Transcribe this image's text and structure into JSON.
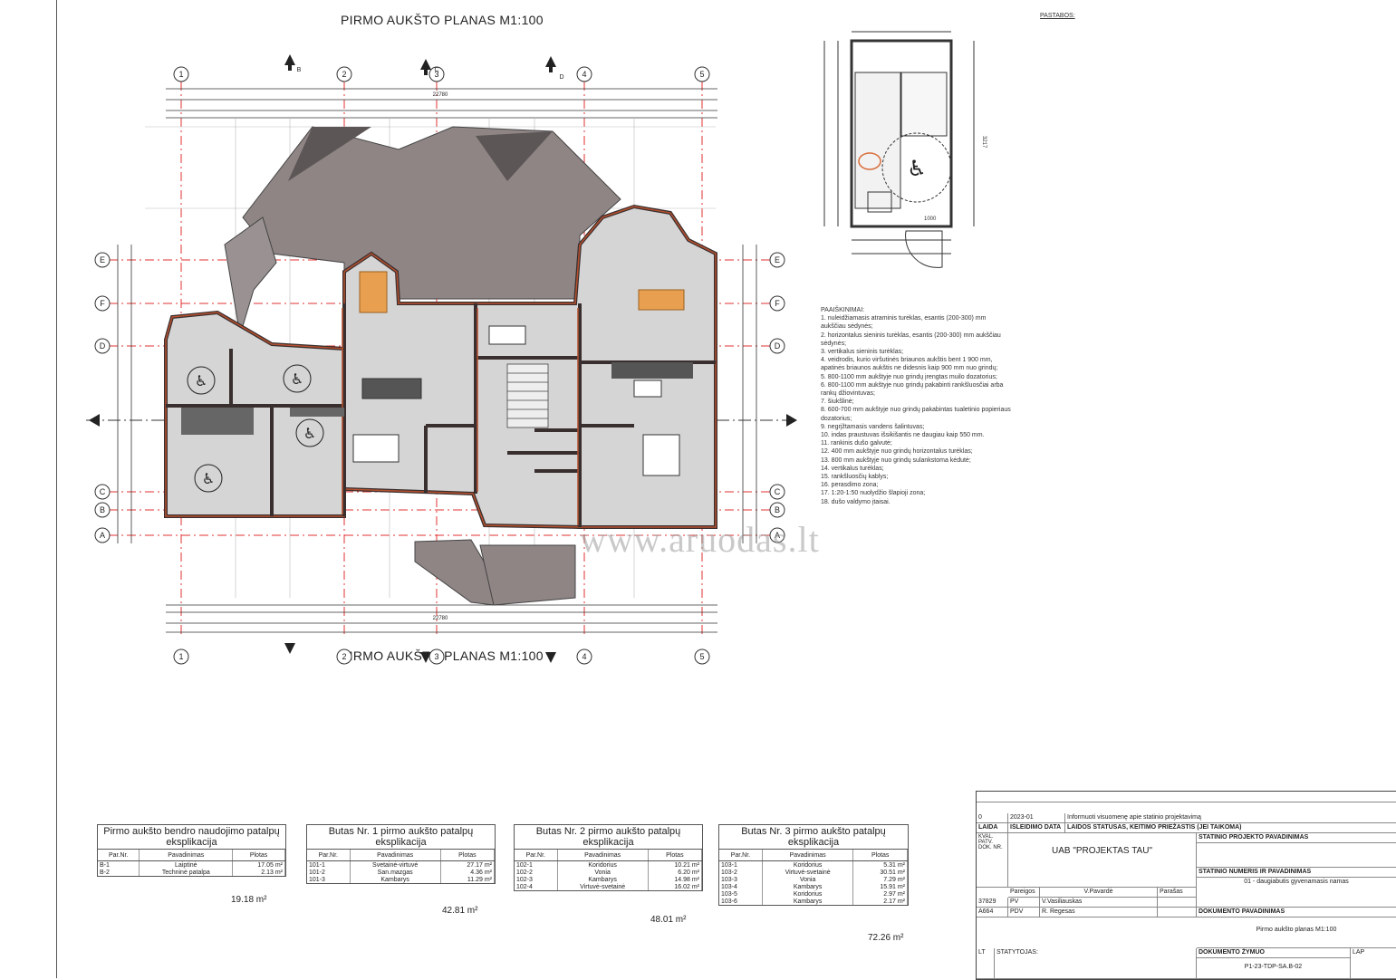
{
  "plan": {
    "title_top": "PIRMO AUKŠTO PLANAS M1:100",
    "title_bottom": "PIRMO AUKŠTO PLANAS M1:100",
    "axes_numbers": [
      "1",
      "2",
      "3",
      "4",
      "5"
    ],
    "axes_letters": [
      "A",
      "B",
      "C",
      "D",
      "E",
      "F"
    ],
    "section_marks": [
      "B",
      "C",
      "D"
    ],
    "overall_dim": "22780"
  },
  "detail": {
    "dim_right": "3217",
    "dim_bottom": "1000"
  },
  "brand": "",
  "watermark": "www.aruodas.lt",
  "legend_title": "PAAIŠKINIMAI:",
  "legend_items": [
    "1.   nuleidžiamasis atraminis turėklas, esantis (200-300) mm aukščiau sėdynės;",
    "2.   horizontalus sieninis turėklas, esantis (200-300) mm aukščiau sėdynės;",
    "3.   vertikalus sieninis turėklas;",
    "4.   veidrodis, kurio viršutinės briaunos aukštis bent 1 900 mm, apatinės briaunos aukštis ne didesnis kaip 900 mm nuo grindų;",
    "5.   800-1100 mm aukštyje nuo grindų įrengtas muilo dozatorius;",
    "6.   800-1100 mm aukštyje nuo grindų pakabinti rankšluosčiai arba rankų džiovintuvas;",
    "7.   šiukšlinė;",
    "8.   600-700 mm aukštyje nuo grindų pakabintas tualetinio popieriaus dozatorius;",
    "9.   negrįžtamasis vandens šalintuvas;",
    "10.  indas praustuvas išsikišantis ne daugiau kaip 550 mm.",
    "11.  rankinis dušo galvutė;",
    "12.  400 mm aukštyje nuo grindų horizontalus turėklas;",
    "13.  800 mm aukštyje nuo grindų sulankstoma kėdutė;",
    "14.  vertikalus turėklas;",
    "15.  rankšluosčių kablys;",
    "16.  perasdimo zona;",
    "17.  1:20-1:50 nuolydžio šlapioji zona;",
    "18.  dušo valdymo įtaisai."
  ],
  "notes_title": "PASTABOS:",
  "expl_tables": [
    {
      "title": "Pirmo aukšto bendro naudojimo patalpų eksplikacija",
      "headers": [
        "Par.Nr.",
        "Pavadinimas",
        "Plotas"
      ],
      "rows": [
        [
          "B-1",
          "Laiptinė",
          "17.05 m²"
        ],
        [
          "B-2",
          "Techninė patalpa",
          "2.13 m²"
        ]
      ],
      "total": "19.18 m²"
    },
    {
      "title": "Butas Nr. 1 pirmo aukšto patalpų eksplikacija",
      "headers": [
        "Par.Nr.",
        "Pavadinimas",
        "Plotas"
      ],
      "rows": [
        [
          "101-1",
          "Svetainė-virtuvė",
          "27.17 m²"
        ],
        [
          "101-2",
          "San.mazgas",
          "4.36 m²"
        ],
        [
          "101-3",
          "Kambarys",
          "11.29 m²"
        ]
      ],
      "total": "42.81 m²"
    },
    {
      "title": "Butas Nr. 2 pirmo aukšto patalpų eksplikacija",
      "headers": [
        "Par.Nr.",
        "Pavadinimas",
        "Plotas"
      ],
      "rows": [
        [
          "102-1",
          "Koridorius",
          "10.21 m²"
        ],
        [
          "102-2",
          "Vonia",
          "6.20 m²"
        ],
        [
          "102-3",
          "Kambarys",
          "14.98 m²"
        ],
        [
          "102-4",
          "Virtuvė-svetainė",
          "16.02 m²"
        ]
      ],
      "total": "48.01 m²"
    },
    {
      "title": "Butas Nr. 3 pirmo aukšto patalpų eksplikacija",
      "headers": [
        "Par.Nr.",
        "Pavadinimas",
        "Plotas"
      ],
      "rows": [
        [
          "103-1",
          "Koridorius",
          "5.31 m²"
        ],
        [
          "103-2",
          "Virtuvė-svetainė",
          "30.51 m²"
        ],
        [
          "103-3",
          "Vonia",
          "7.29 m²"
        ],
        [
          "103-4",
          "Kambarys",
          "15.91 m²"
        ],
        [
          "103-5",
          "Koridorius",
          "2.97 m²"
        ],
        [
          "103-6",
          "Kambarys",
          "2.17 m²"
        ]
      ],
      "total": "72.26 m²"
    }
  ],
  "stamp": {
    "rev_no": "0",
    "rev_date": "2023-01",
    "rev_desc": "Informuoti visuomenę apie statinio projektavimą",
    "lbl_laida": "LAIDA",
    "lbl_isleidimo": "IŠLEIDIMO DATA",
    "lbl_laidos_statusas": "LAIDOS STATUSAS, KEITIMO PRIEŽASTIS (JEI TAIKOMA)",
    "lbl_kval": "KVAL. PATV. DOK. NR.",
    "company": "UAB \"PROJEKTAS TAU\"",
    "company_small": "",
    "lbl_project_name": "STATINIO PROJEKTO PAVADINIMAS",
    "project_name": "",
    "lbl_object": "STATINIO NUMERIS IR PAVADINIMAS",
    "object_name": "01 - daugiabutis gyvenamasis namas",
    "lbl_pareigos": "Pareigos",
    "lbl_vardas": "V.Pavardė",
    "lbl_parasas": "Parašas",
    "row1_code": "37829",
    "row1_role": "PV",
    "row1_name": "V.Vasiliauskas",
    "row2_code": "A664",
    "row2_role": "PDV",
    "row2_name": "R. Regesas",
    "lbl_doc_name": "DOKUMENTO PAVADINIMAS",
    "doc_name": "Pirmo aukšto planas M1:100",
    "lbl_statytojas": "STATYTOJAS:",
    "statytojas": "",
    "lbl_doc_code": "DOKUMENTO ŽYMUO",
    "doc_code": "P1-23-TDP-SA.B-02",
    "lt": "LT",
    "lap": "LAP"
  }
}
